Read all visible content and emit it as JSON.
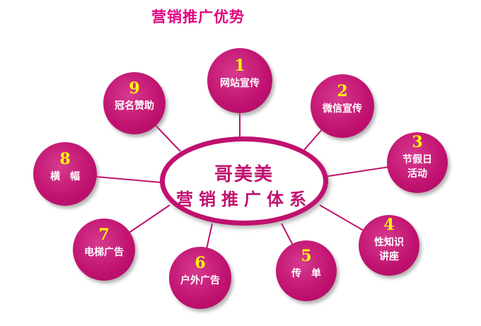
{
  "title": "营销推广优势",
  "center": {
    "line1": "哥美美",
    "line2": "营销推广体系"
  },
  "accent_color": "#c0116f",
  "number_color": "#ffff00",
  "title_color": "#e4007f",
  "nodes": [
    {
      "num": "1",
      "label_lines": [
        "网站宣传"
      ]
    },
    {
      "num": "2",
      "label_lines": [
        "微信宣传"
      ]
    },
    {
      "num": "3",
      "label_lines": [
        "节假日",
        "活动"
      ]
    },
    {
      "num": "4",
      "label_lines": [
        "性知识",
        "讲座"
      ]
    },
    {
      "num": "5",
      "label_lines": [
        "传　单"
      ]
    },
    {
      "num": "6",
      "label_lines": [
        "户外广告"
      ]
    },
    {
      "num": "7",
      "label_lines": [
        "电梯广告"
      ]
    },
    {
      "num": "8",
      "label_lines": [
        "横　幅"
      ]
    },
    {
      "num": "9",
      "label_lines": [
        "冠名赞助"
      ]
    }
  ]
}
